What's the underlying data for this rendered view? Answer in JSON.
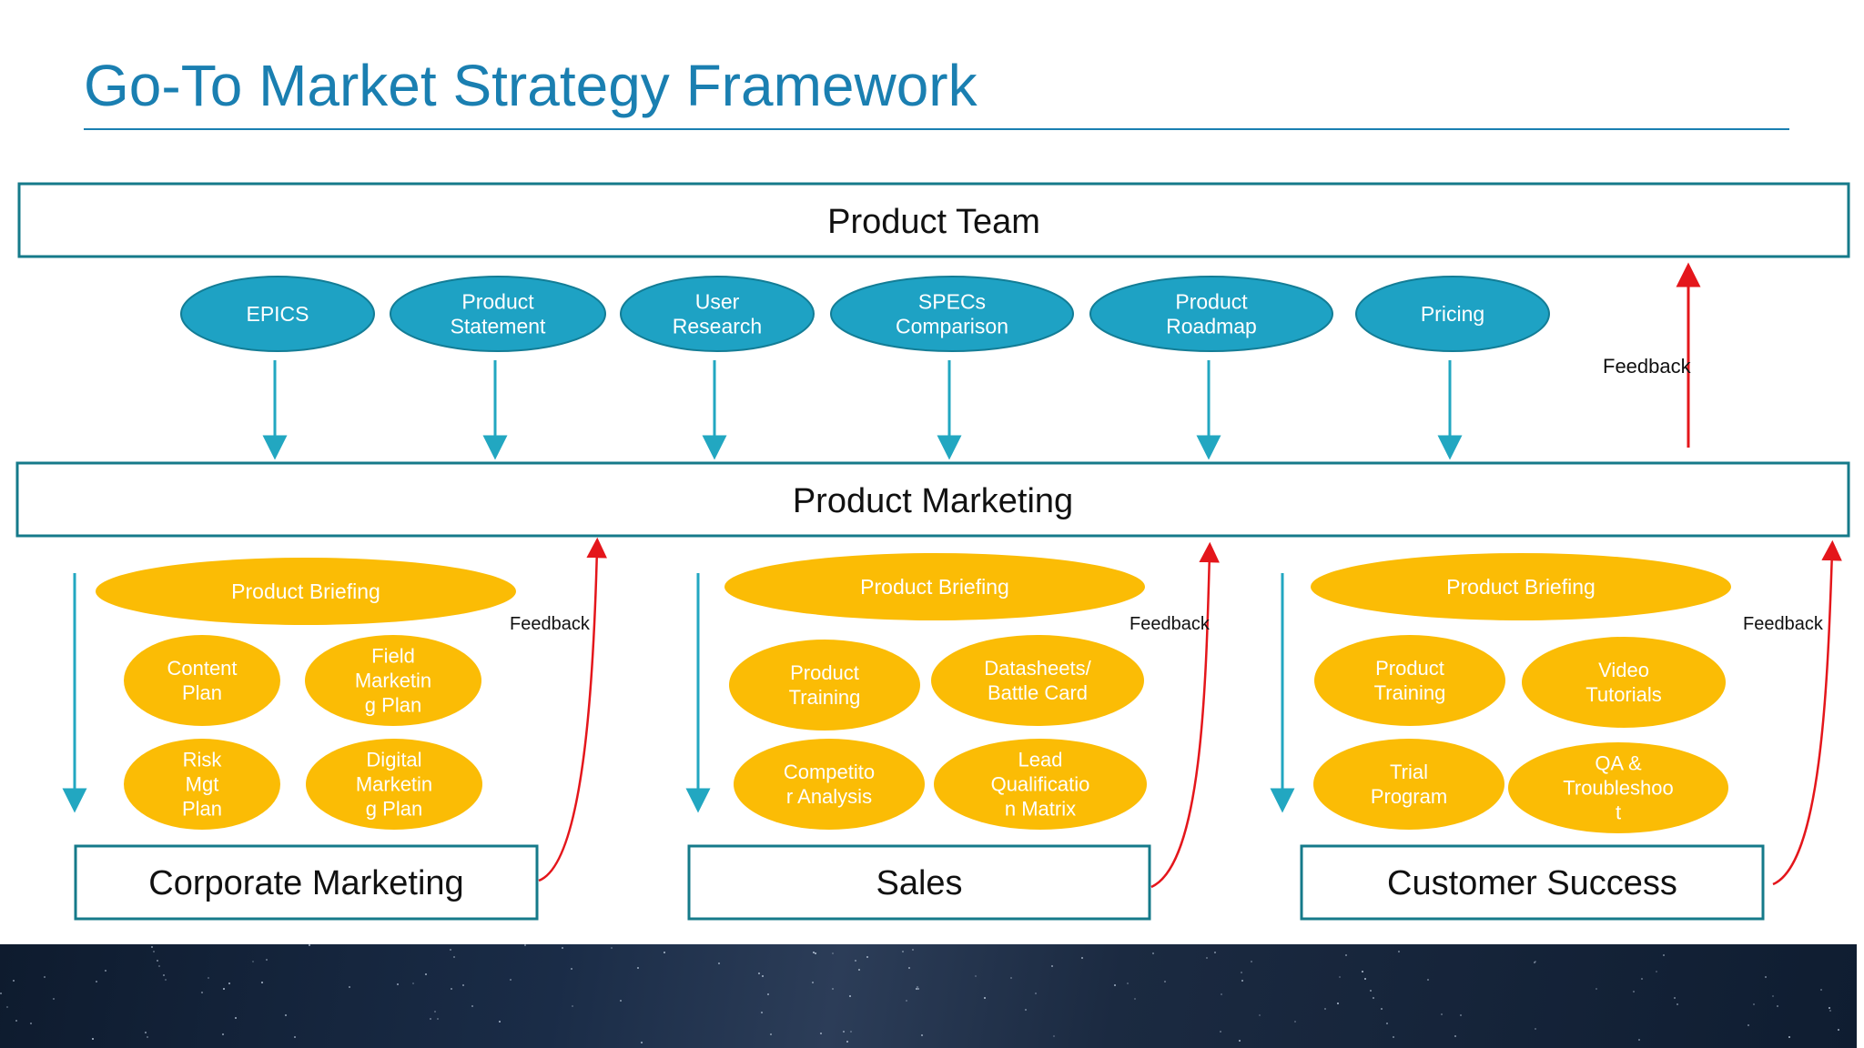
{
  "title": "Go-To Market Strategy Framework",
  "colors": {
    "title": "#1a7fb1",
    "box_border": "#157a8a",
    "teal_oval": "#1ea2c4",
    "teal_arrow": "#22a7c1",
    "yellow": "#fbbc05",
    "feedback": "#e4161b",
    "rule": "#1a7fb1"
  },
  "product_team": {
    "label": "Product Team"
  },
  "product_marketing": {
    "label": "Product Marketing"
  },
  "inputs": [
    {
      "lines": [
        "EPICS"
      ]
    },
    {
      "lines": [
        "Product",
        "Statement"
      ]
    },
    {
      "lines": [
        "User",
        "Research"
      ]
    },
    {
      "lines": [
        "SPECs",
        "Comparison"
      ]
    },
    {
      "lines": [
        "Product",
        "Roadmap"
      ]
    },
    {
      "lines": [
        "Pricing"
      ]
    }
  ],
  "top_feedback": {
    "label": "Feedback"
  },
  "teams": [
    {
      "name": "Corporate Marketing",
      "briefing": "Product Briefing",
      "feedback": "Feedback",
      "items": [
        {
          "lines": [
            "Content",
            "Plan"
          ]
        },
        {
          "lines": [
            "Field",
            "Marketin",
            "g Plan"
          ]
        },
        {
          "lines": [
            "Risk",
            "Mgt",
            "Plan"
          ]
        },
        {
          "lines": [
            "Digital",
            "Marketin",
            "g Plan"
          ]
        }
      ]
    },
    {
      "name": "Sales",
      "briefing": "Product Briefing",
      "feedback": "Feedback",
      "items": [
        {
          "lines": [
            "Product",
            "Training"
          ]
        },
        {
          "lines": [
            "Datasheets/",
            "Battle Card"
          ]
        },
        {
          "lines": [
            "Competito",
            "r Analysis"
          ]
        },
        {
          "lines": [
            "Lead",
            "Qualificatio",
            "n Matrix"
          ]
        }
      ]
    },
    {
      "name": "Customer Success",
      "briefing": "Product Briefing",
      "feedback": "Feedback",
      "items": [
        {
          "lines": [
            "Product",
            "Training"
          ]
        },
        {
          "lines": [
            "Video",
            "Tutorials"
          ]
        },
        {
          "lines": [
            "Trial",
            "Program"
          ]
        },
        {
          "lines": [
            "QA &",
            "Troubleshoo",
            "t"
          ]
        }
      ]
    }
  ]
}
